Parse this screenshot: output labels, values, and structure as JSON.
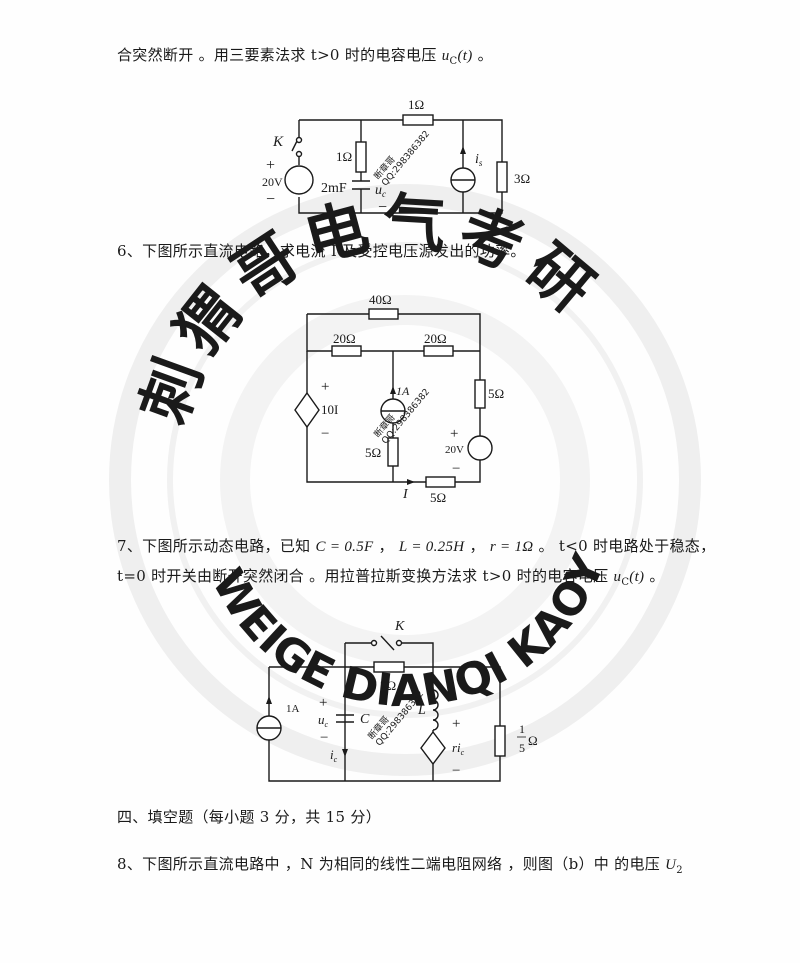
{
  "problem5": {
    "text_before": "合突然断开 。用三要素法求 t>0 时的电容电压 ",
    "var": "u",
    "var_sub": "C",
    "var_arg": "(t)",
    "text_after": " 。",
    "circuit": {
      "switch_label": "K",
      "source_voltage": "20V",
      "plus": "+",
      "minus": "−",
      "r_series_top": "1Ω",
      "r_cap_branch": "1Ω",
      "capacitor": "2mF",
      "cap_voltage": "u",
      "cap_voltage_sub": "c",
      "current_source": "i",
      "current_source_sub": "s",
      "r_right": "3Ω"
    }
  },
  "problem6": {
    "text": "6、下图所示直流电路，求电流 I 及受控电压源发出的功率。",
    "circuit": {
      "r_top": "40Ω",
      "r_mid_left": "20Ω",
      "r_mid_right": "20Ω",
      "r_right": "5Ω",
      "dep_source": "10I",
      "current_source": "1A",
      "r_center": "5Ω",
      "voltage_source": "20V",
      "current_label": "I",
      "r_bottom": "5Ω",
      "plus": "+",
      "minus": "−"
    }
  },
  "problem7": {
    "line1_a": "7、下图所示动态电路，已知 ",
    "c_eq": "C = 0.5F",
    "sep1": " ， ",
    "l_eq": "L = 0.25H",
    "sep2": " ， ",
    "r_eq": "r = 1Ω",
    "line1_b": " 。 t<0 时电路处于稳态，",
    "line2_a": "t=0 时开关由断开突然闭合 。用拉普拉斯变换方法求 t>0  时的电容电压 ",
    "var": "u",
    "var_sub": "C",
    "var_arg": "(t)",
    "line2_b": " 。",
    "circuit": {
      "switch_label": "K",
      "current_source": "1A",
      "r_top": "2Ω",
      "cap_voltage": "u",
      "cap_voltage_sub": "c",
      "capacitor": "C",
      "cap_current": "i",
      "cap_current_sub": "c",
      "inductor": "L",
      "dep_source": "ri",
      "dep_source_sub": "c",
      "r_right_num": "1",
      "r_right_den": "5",
      "r_right_unit": "Ω",
      "plus": "+",
      "minus": "−"
    }
  },
  "section4": {
    "heading": "四、填空题（每小题 3 分，共 15 分）"
  },
  "problem8": {
    "text": "8、下图所示直流电路中 ，N 为相同的线性二端电阻网络 ，则图（b）中 的电压 ",
    "var": "U",
    "var_sub": "2"
  },
  "watermark": {
    "ring_text": "WEIGE DIANQI KAOYAN",
    "chars": "刺猬哥电气考研",
    "stamp_text": "断章哥",
    "qq": "QQ:298386382",
    "color": "#ececec"
  }
}
